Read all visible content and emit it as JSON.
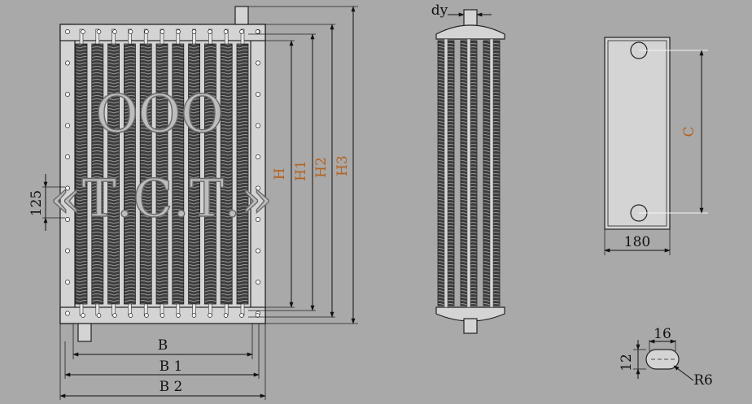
{
  "front_view": {
    "dims": {
      "b": "B",
      "b1": "B 1",
      "b2": "B 2",
      "h": "H",
      "h1": "H1",
      "h2": "H2",
      "h3": "H3",
      "pitch": "125"
    },
    "watermark": {
      "line1": "ООО",
      "line2": "«Т.С.Т.»"
    }
  },
  "side_view": {
    "dy": "dy"
  },
  "end_view": {
    "c": "C",
    "width": "180"
  },
  "slot_detail": {
    "width": "16",
    "height": "12",
    "radius": "R6"
  },
  "colors": {
    "background": "#a9a9a9",
    "accent_label": "#b4621e",
    "line": "#111111"
  }
}
